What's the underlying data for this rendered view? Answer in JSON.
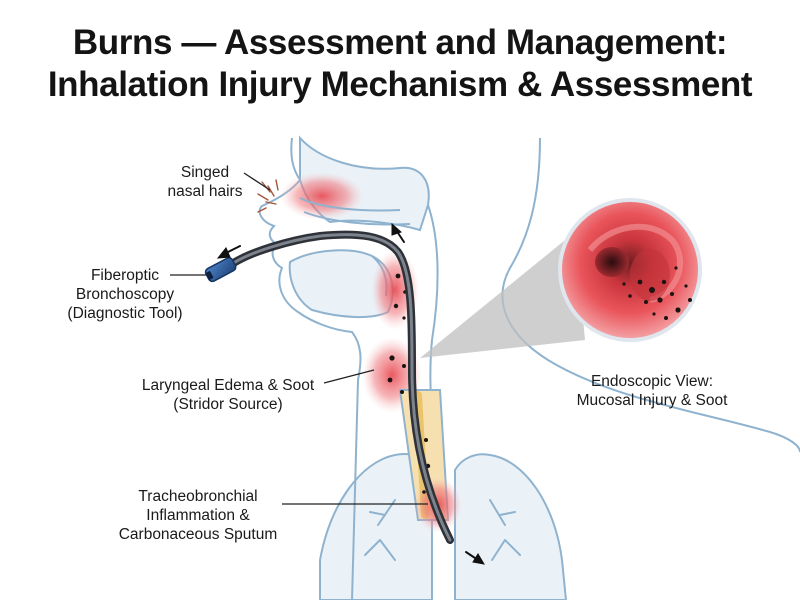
{
  "title": {
    "line1": "Burns — Assessment and Management:",
    "line2": "Inhalation Injury Mechanism & Assessment"
  },
  "labels": {
    "nasal_hairs": [
      "Singed",
      "nasal hairs"
    ],
    "bronchoscopy": [
      "Fiberoptic",
      "Bronchoscopy",
      "(Diagnostic Tool)"
    ],
    "larynx": [
      "Laryngeal Edema & Soot",
      "(Stridor Source)"
    ],
    "trachea": [
      "Tracheobronchial",
      "Inflammation &",
      "Carbonaceous Sputum"
    ],
    "endoscopic": [
      "Endoscopic View:",
      "Mucosal Injury & Soot"
    ]
  },
  "colors": {
    "outline": "#8fb3cf",
    "tissue_fill": "#eaf2f8",
    "inflamed": "#e8464f",
    "scope_shaft": "#4a4f57",
    "scope_tip": "#2f5f9e",
    "soot": "#1c1412",
    "sputum": "#e9c46a",
    "leader_line": "#222222"
  },
  "icons": {
    "scope_direction": "arrow-icon",
    "soot_particles": "soot-dot-icon"
  }
}
